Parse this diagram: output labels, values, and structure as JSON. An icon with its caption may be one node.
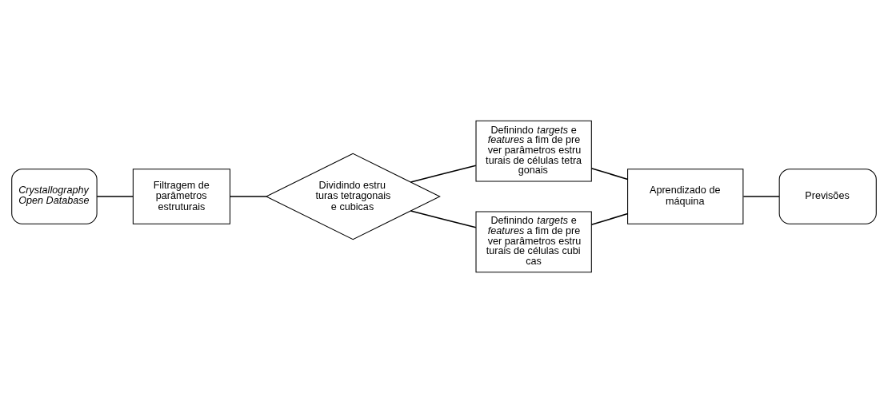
{
  "diagram": {
    "nodes": [
      {
        "text": [
          "Crystallography Open Database"
        ]
      },
      {
        "text": [
          "Filtragem de parâmetros estruturais"
        ]
      },
      {
        "text": [
          "Dividindo estru turas tetragonais e cubicas"
        ]
      },
      {
        "text": [
          "Definindo *targets* e *features* a fim de pre ver parâmetros estru turais de células tetra gonais"
        ]
      },
      {
        "text": [
          "Definindo *targets* e *features* a fim de pre ver parâmetros estru turais de células cubi cas"
        ]
      },
      {
        "text": [
          "Aprendizado de máquina"
        ]
      },
      {
        "text": [
          "Previsões"
        ]
      }
    ],
    "edges": [
      {
        "from": 0,
        "to": 1,
        "arrow": "none"
      },
      {
        "from": 1,
        "to": 2,
        "arrow": "none"
      },
      {
        "from": 2,
        "to": 3,
        "arrow": "none"
      },
      {
        "from": 2,
        "to": 4,
        "arrow": "none"
      },
      {
        "from": 3,
        "to": 5,
        "arrow": "none"
      },
      {
        "from": 4,
        "to": 5,
        "arrow": "none"
      },
      {
        "from": 5,
        "to": 6,
        "arrow": "none"
      }
    ]
  }
}
